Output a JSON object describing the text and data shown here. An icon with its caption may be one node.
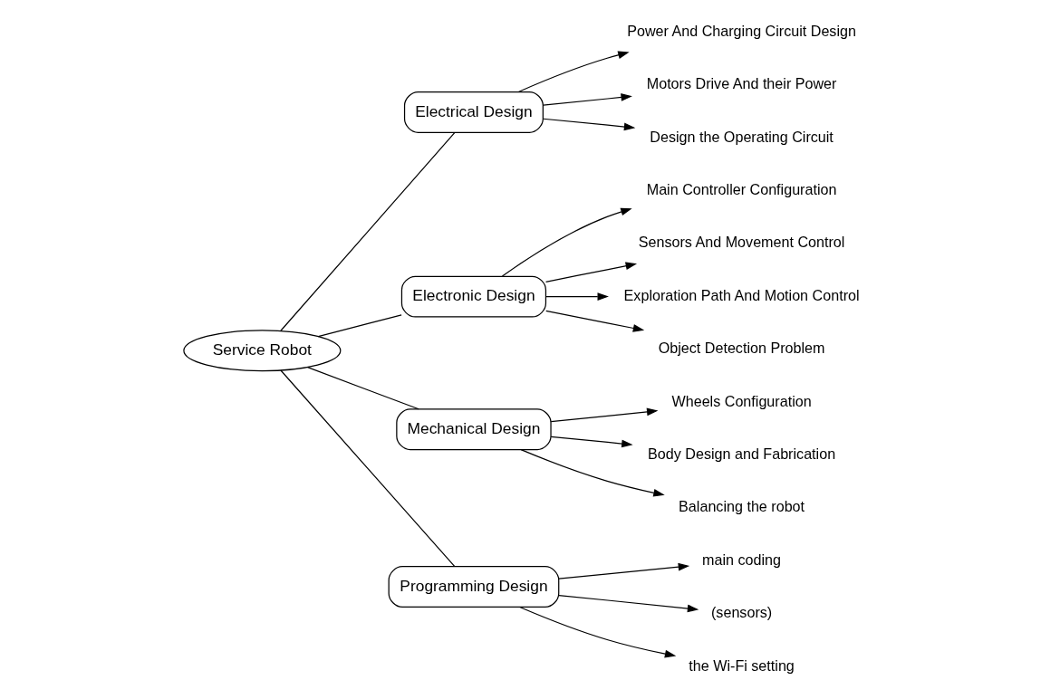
{
  "diagram": {
    "nodes": [
      {
        "text": [
          "Service Robot"
        ]
      },
      {
        "text": [
          "Electrical Design"
        ]
      },
      {
        "text": [
          "Power And Charging Circuit Design"
        ]
      },
      {
        "text": [
          "Motors Drive And their Power"
        ]
      },
      {
        "text": [
          "Design the Operating Circuit"
        ]
      },
      {
        "text": [
          "Electronic Design"
        ]
      },
      {
        "text": [
          "Main Controller Configuration"
        ]
      },
      {
        "text": [
          "Sensors And Movement Control"
        ]
      },
      {
        "text": [
          "Exploration Path And Motion Control"
        ]
      },
      {
        "text": [
          "Object Detection Problem"
        ]
      },
      {
        "text": [
          "Mechanical Design"
        ]
      },
      {
        "text": [
          "Wheels Configuration"
        ]
      },
      {
        "text": [
          "Body Design and Fabrication"
        ]
      },
      {
        "text": [
          "Balancing the robot"
        ]
      },
      {
        "text": [
          "Programming Design"
        ]
      },
      {
        "text": [
          "main coding"
        ]
      },
      {
        "text": [
          "(sensors)"
        ]
      },
      {
        "text": [
          "the Wi-Fi setting"
        ]
      }
    ],
    "edges": [
      {
        "from": 0,
        "to": 1,
        "arrow": "none"
      },
      {
        "from": 0,
        "to": 5,
        "arrow": "none"
      },
      {
        "from": 0,
        "to": 10,
        "arrow": "none"
      },
      {
        "from": 0,
        "to": 14,
        "arrow": "none"
      },
      {
        "from": 1,
        "to": 2,
        "arrow": "to"
      },
      {
        "from": 1,
        "to": 3,
        "arrow": "to"
      },
      {
        "from": 1,
        "to": 4,
        "arrow": "to"
      },
      {
        "from": 5,
        "to": 6,
        "arrow": "to"
      },
      {
        "from": 5,
        "to": 7,
        "arrow": "to"
      },
      {
        "from": 5,
        "to": 8,
        "arrow": "to"
      },
      {
        "from": 5,
        "to": 9,
        "arrow": "to"
      },
      {
        "from": 10,
        "to": 11,
        "arrow": "to"
      },
      {
        "from": 10,
        "to": 12,
        "arrow": "to"
      },
      {
        "from": 10,
        "to": 13,
        "arrow": "to"
      },
      {
        "from": 14,
        "to": 15,
        "arrow": "to"
      },
      {
        "from": 14,
        "to": 16,
        "arrow": "to"
      },
      {
        "from": 14,
        "to": 17,
        "arrow": "to"
      }
    ]
  }
}
